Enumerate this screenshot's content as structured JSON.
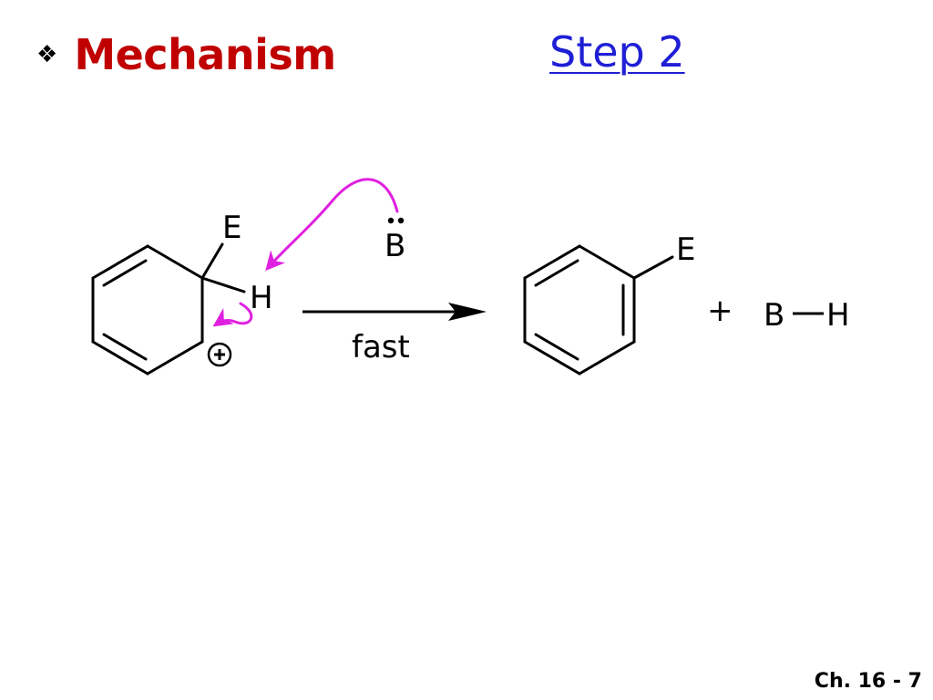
{
  "header": {
    "bullet": "❖",
    "title": "Mechanism",
    "step_link": "Step 2"
  },
  "reactant": {
    "substituent_label": "E",
    "hydrogen_label": "H",
    "charge_symbol": "+"
  },
  "base": {
    "label": "B"
  },
  "arrow": {
    "label": "fast"
  },
  "product": {
    "substituent_label": "E",
    "plus": "+",
    "byproduct_atom1": "B",
    "byproduct_atom2": "H"
  },
  "footer": {
    "page_label": "Ch. 16 - 7"
  },
  "colors": {
    "title": "#c00000",
    "link": "#1f1fd6",
    "curved_arrow": "#e020e0",
    "structure": "#000000"
  }
}
